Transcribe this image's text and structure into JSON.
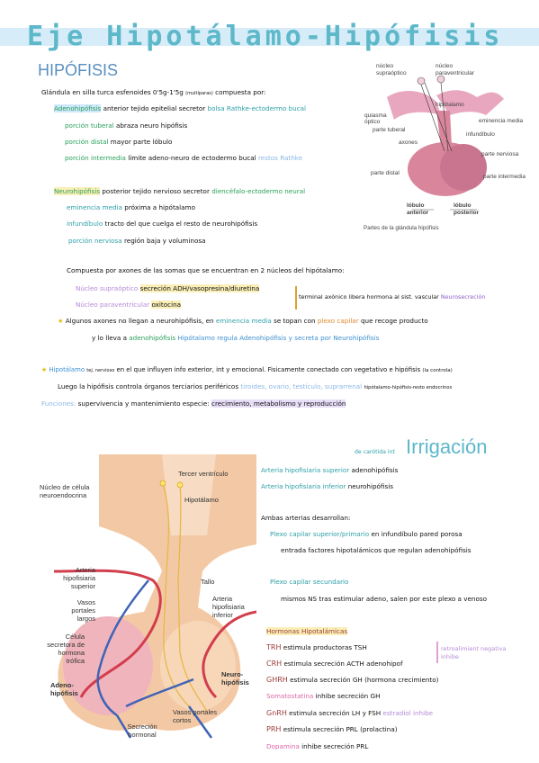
{
  "title": "Eje Hipotálamo-Hipófisis",
  "hipofisis": {
    "heading": "HIPÓFISIS",
    "l1": "Glándula en silla turca esfenoides 0'5g-1'5g",
    "l1_small": "(multíparas)",
    "l1_end": "compuesta por:",
    "adeno_term": "Adenohipófisis",
    "adeno_rest": "anterior tejido epitelial secretor",
    "adeno_bolsa": "bolsa Rathke-ectodermo bucal",
    "tuberal_term": "porción tuberal",
    "tuberal_rest": "abraza neuro hipófisis",
    "distal_term": "porción distal",
    "distal_rest": "mayor parte lóbulo",
    "inter_term": "porción intermedia",
    "inter_rest": "límite adeno-neuro de ectodermo bucal",
    "inter_restos": "restos Rathke",
    "neuro_term": "Neurohipófisis",
    "neuro_rest": "posterior tejido nervioso secretor",
    "neuro_dien": "diencéfalo-ectodermo neural",
    "eminencia_term": "eminencia media",
    "eminencia_rest": "próxima a hipótalamo",
    "infund_term": "infundíbulo",
    "infund_rest": "tracto del que cuelga el resto de neurohipófisis",
    "nerviosa_term": "porción nerviosa",
    "nerviosa_rest": "región baja y voluminosa",
    "compuesta": "Compuesta por axones de las somas que se encuentran en 2 núcleos del hipótalamo:",
    "supra_term": "Núcleo supraóptico",
    "supra_rest": "secreción ADH/vasopresina/diuretina",
    "para_term": "Núcleo paraventricular",
    "para_rest": "oxitocina",
    "terminal": "terminal axónico libera hormona al sist. vascular",
    "neurosecrecion": "Neurosecreción",
    "algunos_a": "Algunos axones no llegan a neurohipófisis, en",
    "algunos_em": "eminencia media",
    "algunos_b": "se topan con",
    "algunos_plexo": "plexo capilar",
    "algunos_c": "que recoge producto",
    "lleva_a": "y lo lleva a",
    "lleva_adeno": "adenohipófisis",
    "lleva_hipo": "Hipótalamo regula Adenohipófisis y secreta por Neurohipófisis",
    "hipot_term": "Hipotálamo",
    "hipot_small": "tej. nervioso",
    "hipot_rest": "en el que influyen info exterior, int y emocional. Fisicamente conectado con vegetativo e hipófisis",
    "hipot_paren": "(la controla)",
    "luego": "Luego la hipófisis controla órganos terciarios periféricos",
    "luego_organs": "tiroides, ovario, testículo, suprarrenal",
    "luego_eje": "hipótalamo-hipófisis-resto endocrinos",
    "func_term": "Funciones:",
    "func_rest": "supervivencia y mantenimiento especie:",
    "func_hl": "crecimiento, metabolismo y reproducción"
  },
  "figure1": {
    "caption": "Partes de la glándula hipófisis",
    "labels": {
      "supraoptico": "núcleo supraóptico",
      "paraventricular": "núcleo paraventricular",
      "hipotalamo": "hipótalamo",
      "quiasma": "quiasma óptico",
      "eminencia": "eminencia media",
      "tuberal": "parte tuberal",
      "infundibulo": "infundíbulo",
      "axones": "axones",
      "nerviosa": "parte nerviosa",
      "distal": "parte distal",
      "intermedia": "parte intermedia",
      "anterior": "lóbulo anterior",
      "posterior": "lóbulo posterior"
    }
  },
  "irrigacion": {
    "heading": "Irrigación",
    "carotida": "de carótida int",
    "sup_term": "Arteria hipofisiaria superior",
    "sup_rest": "adenohipófisis",
    "inf_term": "Arteria hipofisiaria inferior",
    "inf_rest": "neurohipófisis",
    "ambas": "Ambas arterias desarrollan:",
    "plexo1_term": "Plexo capilar superior/primario",
    "plexo1_rest": "en infundíbulo pared porosa",
    "plexo1_l2": "entrada factores hipotalámicos que regulan adenohipófisis",
    "plexo2_term": "Plexo capilar secundario",
    "plexo2_l2": "mismos NS tras estimular adeno, salen por este plexo a venoso"
  },
  "hormonas": {
    "heading": "Hormonas Hipotalámicas",
    "retro": "retroalimient negativa inhibe",
    "items": [
      {
        "term": "TRH",
        "rest": "estimula productoras TSH"
      },
      {
        "term": "CRH",
        "rest": "estimula secreción ACTH adenohipof"
      },
      {
        "term": "GHRH",
        "rest": "estimula secreción GH (hormona crecimiento)"
      },
      {
        "term": "Somatostatina",
        "rest": "inhibe secreción GH"
      },
      {
        "term": "GnRH",
        "rest": "estimula secreción LH y FSH",
        "extra": "estradiol inhibe"
      },
      {
        "term": "PRH",
        "rest": "estimula secreción PRL (prolactina)"
      },
      {
        "term": "Dopamina",
        "rest": "inhibe secreción PRL"
      }
    ]
  },
  "figure2": {
    "labels": {
      "nucleo": "Núcleo de célula neuroendocrina",
      "tercer": "Tercer ventrículo",
      "hipotalamo": "Hipotálamo",
      "art_sup": "Arteria hipofisiaria superior",
      "tallo": "Tallo",
      "vasos_largos": "Vasos portales largos",
      "art_inf": "Arteria hipofisiaria inferior",
      "celula": "Célula secretora de hormona trófica",
      "adeno": "Adeno-hipófisis",
      "neuro": "Neuro-hipófisis",
      "vasos_cortos": "Vasos portales cortos",
      "secrecion": "Secreción hormonal"
    }
  },
  "colors": {
    "title": "#5db8c9",
    "adeno": "#2aa05a",
    "teal": "#2d9fa8",
    "orange": "#e08a2e",
    "lilac": "#b48ad6",
    "pink": "#e066a8",
    "gland": "#d9869c"
  }
}
